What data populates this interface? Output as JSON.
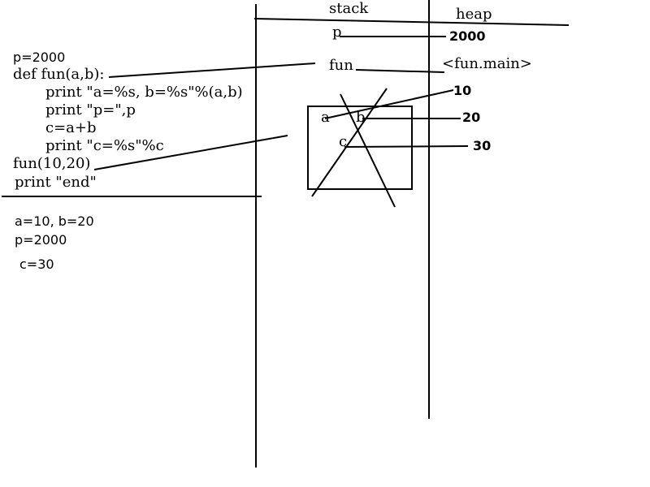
{
  "code": {
    "line1": "p=2000",
    "line2": "def fun(a,b):",
    "line3": "print \"a=%s, b=%s\"%(a,b)",
    "line4": "print \"p=\",p",
    "line5": "c=a+b",
    "line6": "print \"c=%s\"%c",
    "line7": "fun(10,20)",
    "line8": "print \"end\""
  },
  "output": {
    "line1": "a=10, b=20",
    "line2": "p=2000",
    "line3": "c=30"
  },
  "memory": {
    "stack_label": "stack",
    "heap_label": "heap",
    "p_label": "p",
    "p_value": "2000",
    "fun_label": "fun",
    "fun_value": "<fun.main>",
    "frame_a": "a",
    "frame_b": "b",
    "frame_c": "c",
    "a_value": "10",
    "b_value": "20",
    "c_value": "30"
  }
}
